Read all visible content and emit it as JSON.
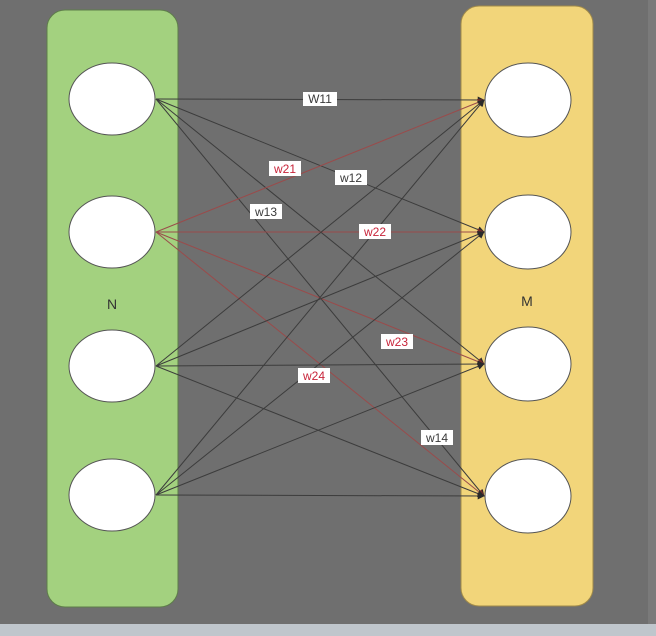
{
  "layers": [
    {
      "id": "N",
      "label": "N",
      "color": "#a3d17f",
      "nodes": 4
    },
    {
      "id": "M",
      "label": "M",
      "color": "#f2d57a",
      "nodes": 4
    }
  ],
  "colors": {
    "background": "#6f6f6f",
    "node_fill": "#ffffff",
    "edge_dark": "#3c3c3c",
    "edge_red": "#9a4b4b",
    "label_dark": "#3a3a3a",
    "label_red": "#c8243a"
  },
  "edges": [
    {
      "from": 0,
      "to": 0,
      "red": false
    },
    {
      "from": 0,
      "to": 1,
      "red": false
    },
    {
      "from": 0,
      "to": 2,
      "red": false
    },
    {
      "from": 0,
      "to": 3,
      "red": false
    },
    {
      "from": 1,
      "to": 0,
      "red": true
    },
    {
      "from": 1,
      "to": 1,
      "red": true
    },
    {
      "from": 1,
      "to": 2,
      "red": true
    },
    {
      "from": 1,
      "to": 3,
      "red": true
    },
    {
      "from": 2,
      "to": 0,
      "red": false
    },
    {
      "from": 2,
      "to": 1,
      "red": false
    },
    {
      "from": 2,
      "to": 2,
      "red": false
    },
    {
      "from": 2,
      "to": 3,
      "red": false
    },
    {
      "from": 3,
      "to": 0,
      "red": false
    },
    {
      "from": 3,
      "to": 1,
      "red": false
    },
    {
      "from": 3,
      "to": 2,
      "red": false
    },
    {
      "from": 3,
      "to": 3,
      "red": false
    }
  ],
  "weight_labels": [
    {
      "text": "W11",
      "red": false
    },
    {
      "text": "w21",
      "red": true
    },
    {
      "text": "w12",
      "red": false
    },
    {
      "text": "w13",
      "red": false
    },
    {
      "text": "w22",
      "red": true
    },
    {
      "text": "w23",
      "red": true
    },
    {
      "text": "w24",
      "red": true
    },
    {
      "text": "w14",
      "red": false
    }
  ]
}
